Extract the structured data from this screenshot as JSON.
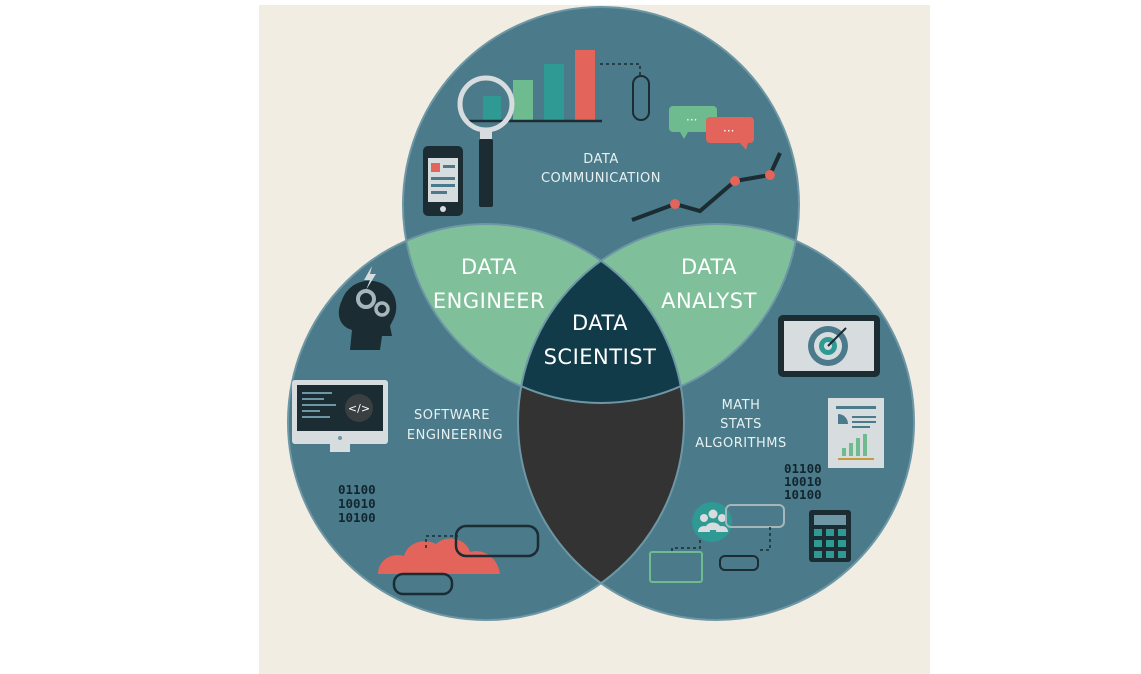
{
  "diagram": {
    "top_circle_label": [
      "DATA",
      "COMMUNICATION"
    ],
    "left_circle_label": [
      "SOFTWARE",
      "ENGINEERING"
    ],
    "right_circle_label": [
      "MATH",
      "STATS",
      "ALGORITHMS"
    ],
    "overlap_left": [
      "DATA",
      "ENGINEER"
    ],
    "overlap_right": [
      "DATA",
      "ANALYST"
    ],
    "center": [
      "DATA",
      "SCIENTIST"
    ],
    "binary_left": [
      "01100",
      "10010",
      "10100"
    ],
    "binary_right": [
      "01100",
      "10010",
      "10100"
    ],
    "code_tag": "</>"
  },
  "colors": {
    "background_panel": "#f2ede2",
    "circle": "#4b7a8b",
    "circle_stroke": "#6d97a5",
    "overlap_green": "#7fc09b",
    "center": "#123b4a",
    "bottom_overlap": "#333333",
    "red": "#e2645a",
    "teal": "#2e9a93",
    "green": "#6dbb8e"
  }
}
